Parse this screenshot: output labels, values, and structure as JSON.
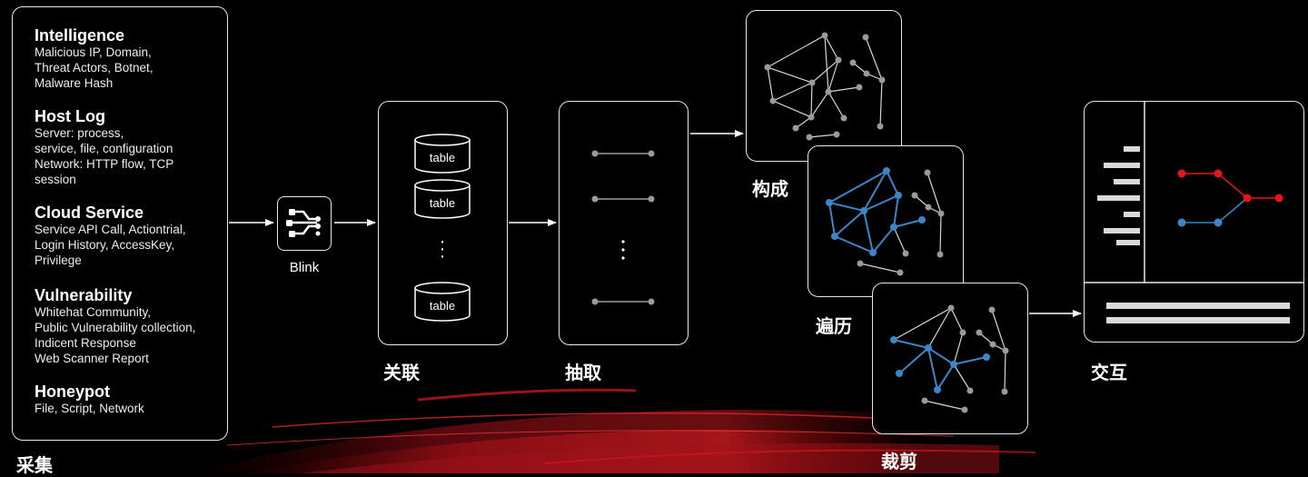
{
  "sources": [
    {
      "title": "Intelligence",
      "desc": "Malicious IP, Domain,\nThreat Actors, Botnet,\nMalware Hash"
    },
    {
      "title": "Host Log",
      "desc": "Server: process,\nservice,  file, configuration\nNetwork: HTTP flow, TCP\nsession"
    },
    {
      "title": "Cloud Service",
      "desc": "Service API Call, Actiontrial,\nLogin History, AccessKey,\nPrivilege"
    },
    {
      "title": "Vulnerability",
      "desc": "Whitehat Community,\nPublic Vulnerability collection,\nIndicent Response\nWeb Scanner Report"
    },
    {
      "title": "Honeypot",
      "desc": "File, Script, Network"
    }
  ],
  "stages": {
    "collect": "采集",
    "blink": "Blink",
    "associate": "关联",
    "extract": "抽取",
    "compose": "构成",
    "traverse": "遍历",
    "prune": "裁剪",
    "interact": "交互"
  },
  "table_label": "table",
  "colors": {
    "accent_blue": "#3d85c6",
    "accent_red": "#e8141b",
    "node_gray": "#9a9a9a"
  },
  "icons": [
    "blink-flow-icon",
    "database-cylinder-icon",
    "graph-icon",
    "bar-list-icon"
  ]
}
